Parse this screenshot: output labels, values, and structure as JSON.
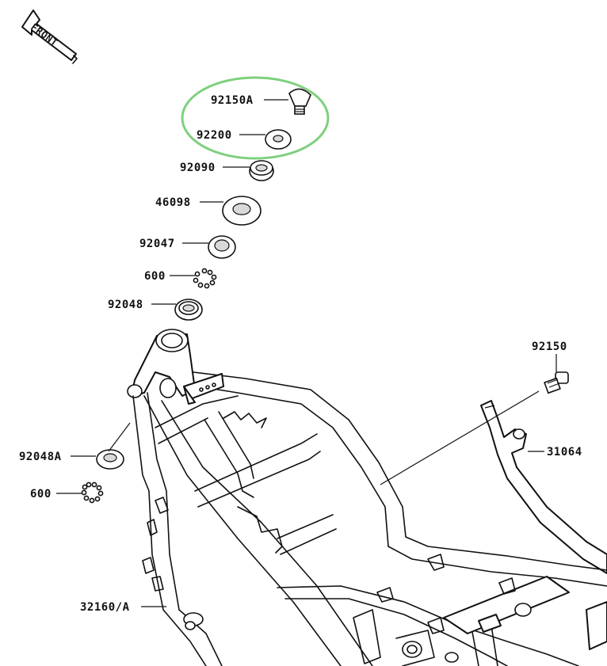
{
  "front_arrow_text": "FRONT",
  "highlight_color": "#7ed07e",
  "parts": [
    {
      "number": "92150A"
    },
    {
      "number": "92200"
    },
    {
      "number": "92090"
    },
    {
      "number": "46098"
    },
    {
      "number": "92047"
    },
    {
      "number": "600"
    },
    {
      "number": "92048"
    },
    {
      "number": "92150"
    },
    {
      "number": "31064"
    },
    {
      "number": "92048A"
    },
    {
      "number": "600"
    },
    {
      "number": "32160/A"
    }
  ]
}
